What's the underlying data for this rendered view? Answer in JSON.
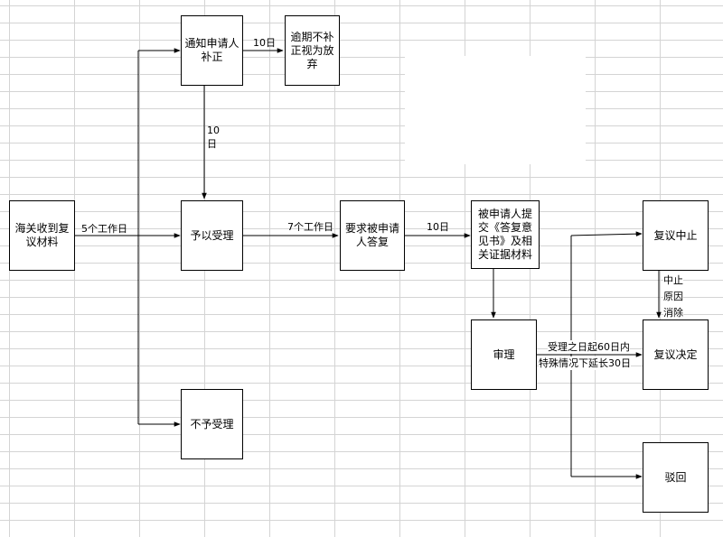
{
  "nodes": {
    "receive": "海关收到复议材料",
    "notify": "通知申请人补正",
    "overdue": "逾期不补正视为放弃",
    "accept": "予以受理",
    "reject": "不予受理",
    "request_reply": "要求被申请人答复",
    "submit": "被申请人提交《答复意见书》及相关证据材料",
    "review": "审理",
    "suspend": "复议中止",
    "decision": "复议决定",
    "dismiss": "驳回"
  },
  "edges": {
    "receive_to_accept": "5个工作日",
    "notify_to_overdue": "10日",
    "notify_to_accept_num": "10",
    "notify_to_accept_unit": "日",
    "accept_to_request": "7个工作日",
    "request_to_submit": "10日",
    "review_line1": "受理之日起60日内",
    "review_line2": "特殊情况下延长30日",
    "resume_1": "中止",
    "resume_2": "原因",
    "resume_3": "消除"
  }
}
